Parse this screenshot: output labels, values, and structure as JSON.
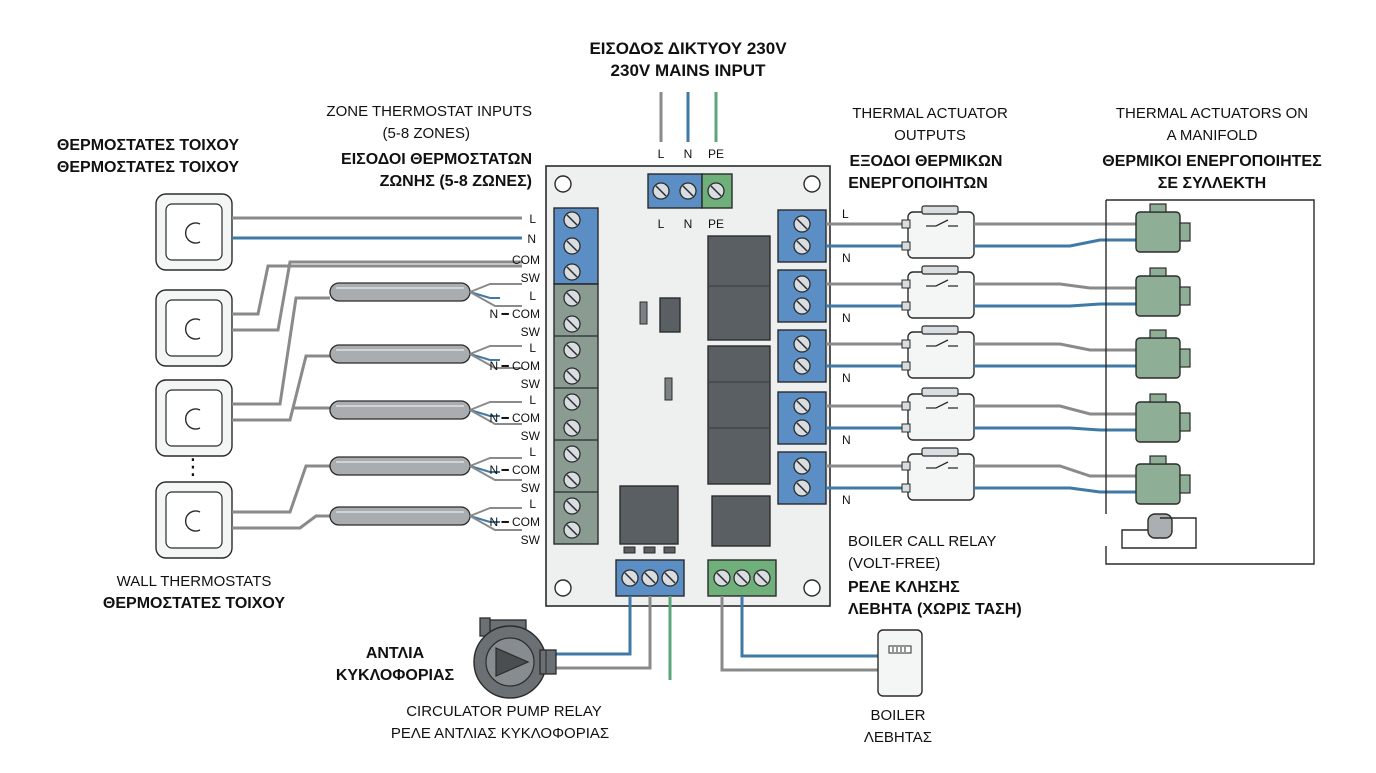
{
  "mains": {
    "title_gr": "ΕΙΣΟΔΟΣ ΔΙΚΤΥΟΥ 230V",
    "title_en": "230V MAINS INPUT",
    "wire_labels": [
      "L",
      "N",
      "PE"
    ],
    "terminal_labels": [
      "L",
      "N",
      "PE"
    ]
  },
  "zone_inputs": {
    "label_en_1": "ZONE THERMOSTAT INPUTS",
    "label_en_2": "(5-8 ZONES)",
    "label_gr_1": "ΕΙΣΟΔΟΙ ΘΕΡΜΟΣΤΑΤΩΝ",
    "label_gr_2": "ΖΩΝΗΣ (5-8 ΖΩΝΕΣ)"
  },
  "wall_thermostats": {
    "top_label_1": "ΘΕΡΜΟΣΤΑΤΕΣ ΤΟΙΧΟΥ",
    "top_label_2": "ΘΕΡΜΟΣΤΑΤΕΣ ΤΟΙΧΟΥ",
    "bottom_label_en": "WALL THERMOSTATS",
    "bottom_label_gr": "ΘΕΡΜΟΣΤΑΤΕΣ ΤΟΙΧΟΥ",
    "ellipsis": "⋮"
  },
  "zone_terminals": {
    "l": "L",
    "n": "N",
    "com": "COM",
    "sw": "SW",
    "n_com": "N ━ COM"
  },
  "actuator_outputs": {
    "label_en_1": "THERMAL ACTUATOR",
    "label_en_2": "OUTPUTS",
    "label_gr_1": "ΕΞΟΔΟΙ ΘΕΡΜΙΚΩΝ",
    "label_gr_2": "ΕΝΕΡΓΟΠΟΙΗΤΩΝ",
    "l": "L",
    "n": "N"
  },
  "manifold": {
    "label_en_1": "THERMAL ACTUATORS ON",
    "label_en_2": "A MANIFOLD",
    "label_gr_1": "ΘΕΡΜΙΚΟΙ ΕΝΕΡΓΟΠΟΙΗΤΕΣ",
    "label_gr_2": "ΣΕ ΣΥΛΛΕΚΤΗ"
  },
  "boiler_relay": {
    "label_en_1": "BOILER CALL RELAY",
    "label_en_2": "(VOLT-FREE)",
    "label_gr_1": "ΡΕΛΕ ΚΛΗΣΗΣ",
    "label_gr_2": "ΛΕΒΗΤΑ (ΧΩΡΙΣ ΤΑΣΗ)"
  },
  "boiler": {
    "label_en": "BOILER",
    "label_gr": "ΛΕΒΗΤΑΣ"
  },
  "pump": {
    "label_gr_1": "ΑΝΤΛΙΑ",
    "label_gr_2": "ΚΥΚΛΟΦΟΡΙΑΣ",
    "relay_en": "CIRCULATOR PUMP RELAY",
    "relay_gr": "ΡΕΛΕ ΑΝΤΛΙΑΣ ΚΥΚΛΟΦΟΡΙΑΣ"
  },
  "colors": {
    "wire_live": "#8a8a8a",
    "wire_neutral": "#3f79a6",
    "wire_earth": "#5aa67a",
    "terminal_blue": "#5b8ec4",
    "terminal_green": "#6fb07a",
    "board": "#eef0f0",
    "relay": "#5a5f63",
    "actuator": "#8fae96"
  }
}
